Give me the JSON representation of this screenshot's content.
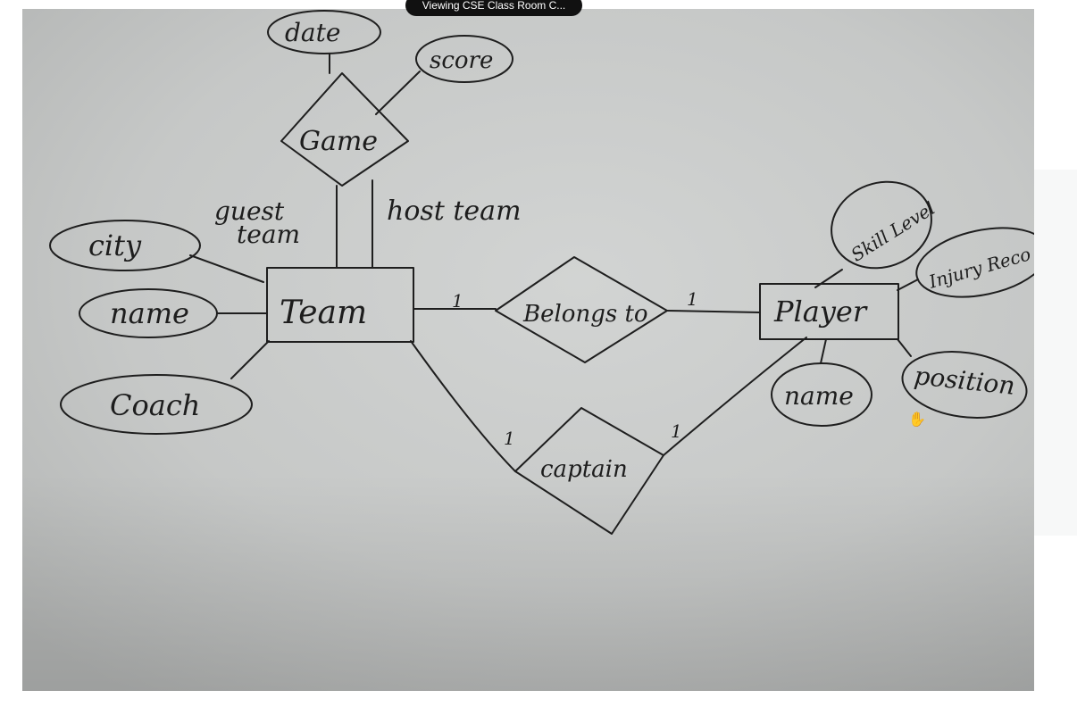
{
  "screen_share": {
    "banner_text": "Viewing CSE Class Room C..."
  },
  "diagram": {
    "entities": {
      "team": "Team",
      "player": "Player"
    },
    "relationships": {
      "game": "Game",
      "belongs_to": "Belongs to",
      "captain": "captain"
    },
    "attributes": {
      "date": "date",
      "score": "score",
      "city": "city",
      "team_name": "name",
      "coach": "Coach",
      "skill_level": "Skill Level",
      "injury_record": "Injury Reco",
      "player_name": "name",
      "position": "position"
    },
    "role_labels": {
      "guest_team_line1": "guest",
      "guest_team_line2": "team",
      "host_team": "host team"
    },
    "cardinalities": {
      "belongs_team": "1",
      "belongs_player": "1",
      "captain_team": "1",
      "captain_player": "1"
    }
  },
  "cursor": {
    "icon": "hand-grab-icon"
  },
  "colors": {
    "banner_bg": "#111111",
    "paper": "#c9cbca",
    "ink": "#1e1e1e"
  }
}
